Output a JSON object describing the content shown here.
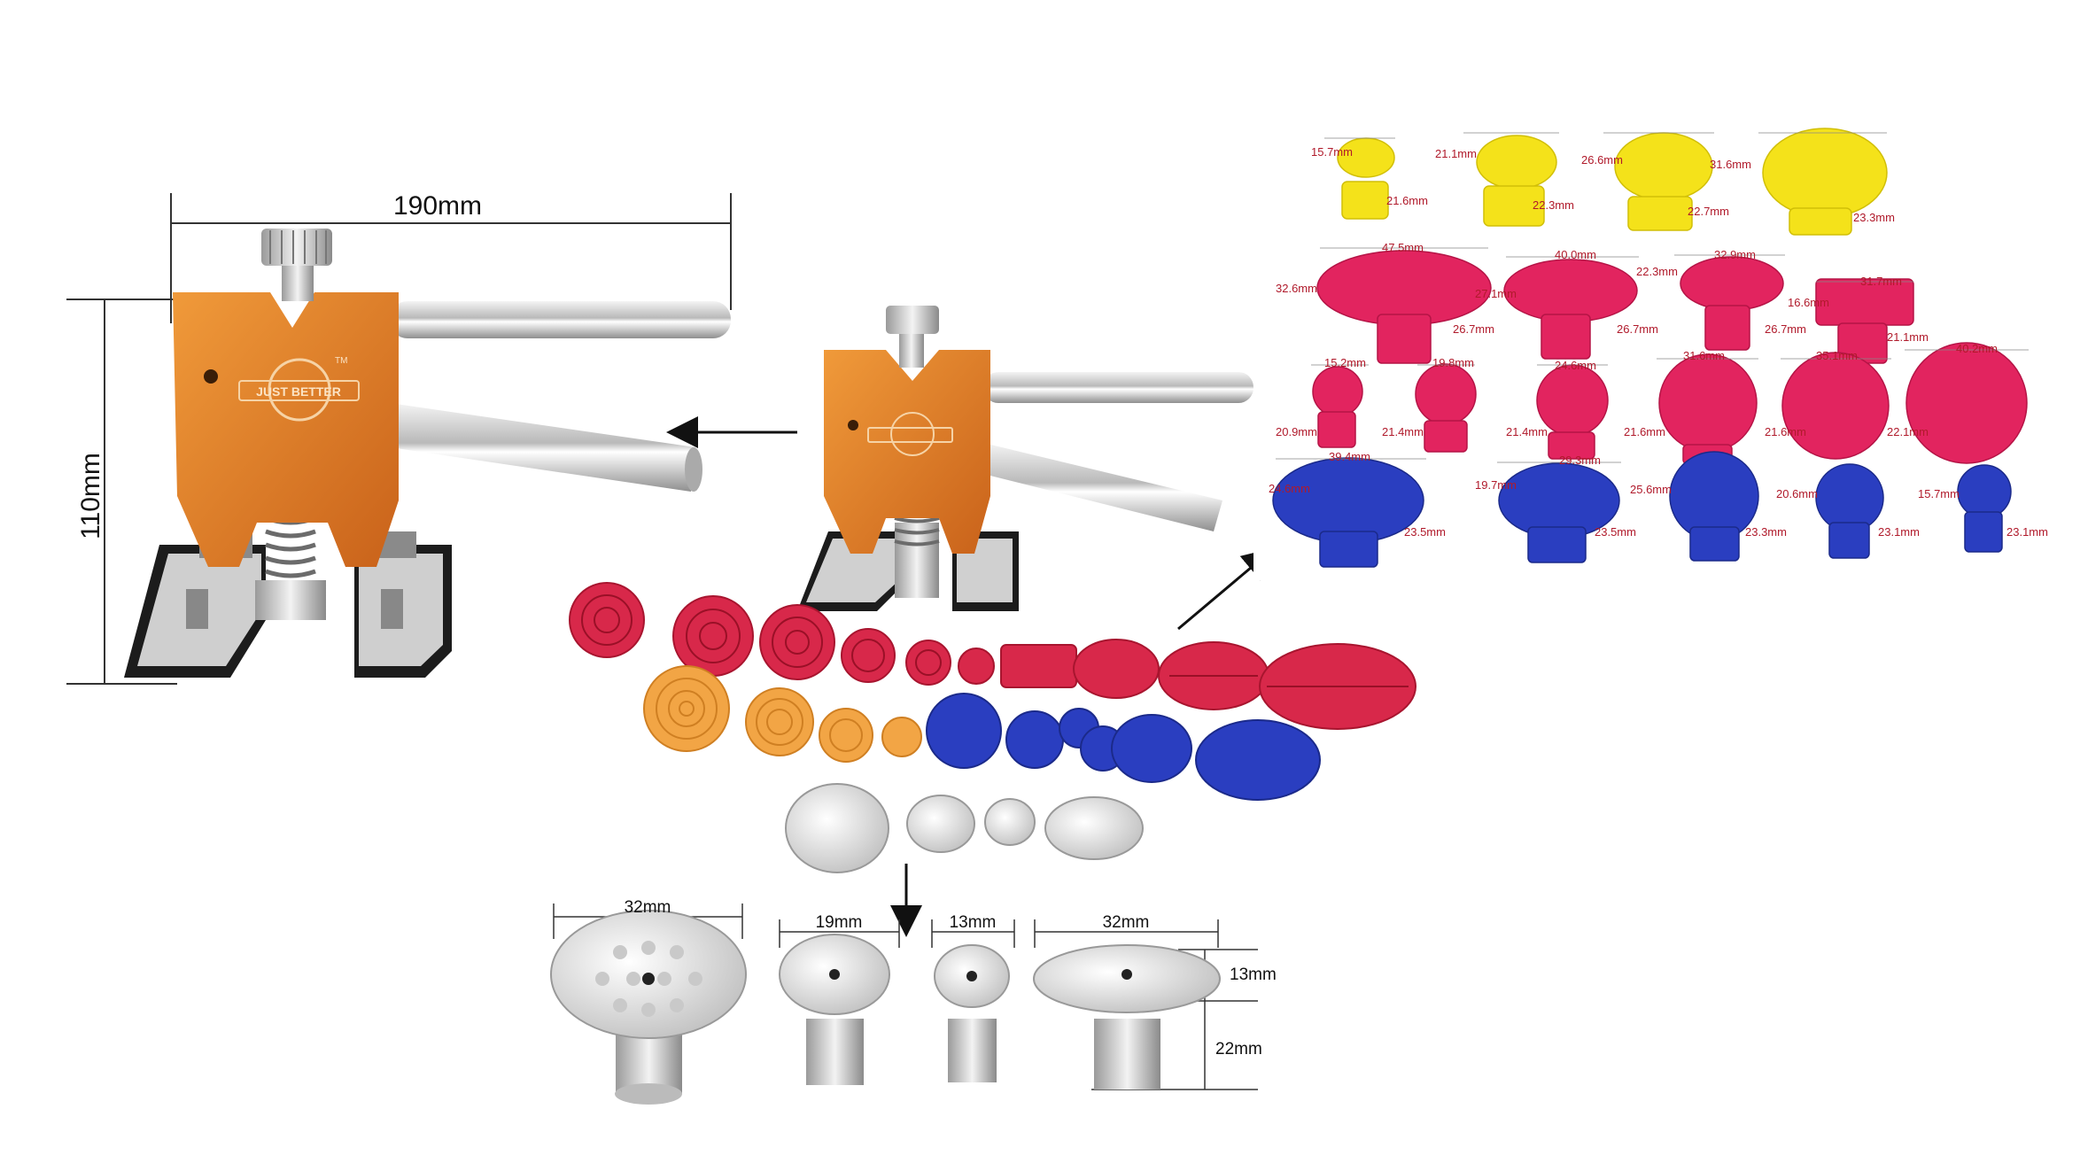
{
  "puller": {
    "width_label": "190mm",
    "height_label": "110mm",
    "brand": "JUST BETTER",
    "trademark": "TM"
  },
  "metal_tabs": {
    "labels": [
      "32mm",
      "19mm",
      "13mm",
      "32mm",
      "13mm",
      "22mm"
    ]
  },
  "chart_sheet": {
    "yellow": [
      "15.7mm",
      "21.6mm",
      "21.1mm",
      "22.3mm",
      "26.6mm",
      "22.7mm",
      "31.6mm",
      "23.3mm"
    ],
    "pink_large": [
      "47.5mm",
      "32.6mm",
      "27.1mm",
      "26.7mm",
      "40.0mm",
      "22.3mm",
      "26.7mm",
      "32.9mm",
      "16.6mm",
      "26.7mm",
      "31.7mm",
      "21.1mm"
    ],
    "pink_round": [
      "15.2mm",
      "20.9mm",
      "19.8mm",
      "21.4mm",
      "24.6mm",
      "21.4mm",
      "31.6mm",
      "21.6mm",
      "35.1mm",
      "21.6mm",
      "40.2mm",
      "22.1mm"
    ],
    "blue": [
      "39.4mm",
      "24.6mm",
      "23.5mm",
      "29.3mm",
      "19.7mm",
      "23.5mm",
      "25.6mm",
      "23.3mm",
      "20.6mm",
      "23.1mm",
      "15.7mm",
      "23.1mm"
    ]
  },
  "colors": {
    "orange": "#e07a1f",
    "pink": "#e2245f",
    "blue": "#2a3ec0",
    "yellow": "#f4e21a",
    "peach": "#f2a545",
    "red": "#d8284a",
    "dimension_red": "#b01a2b"
  }
}
